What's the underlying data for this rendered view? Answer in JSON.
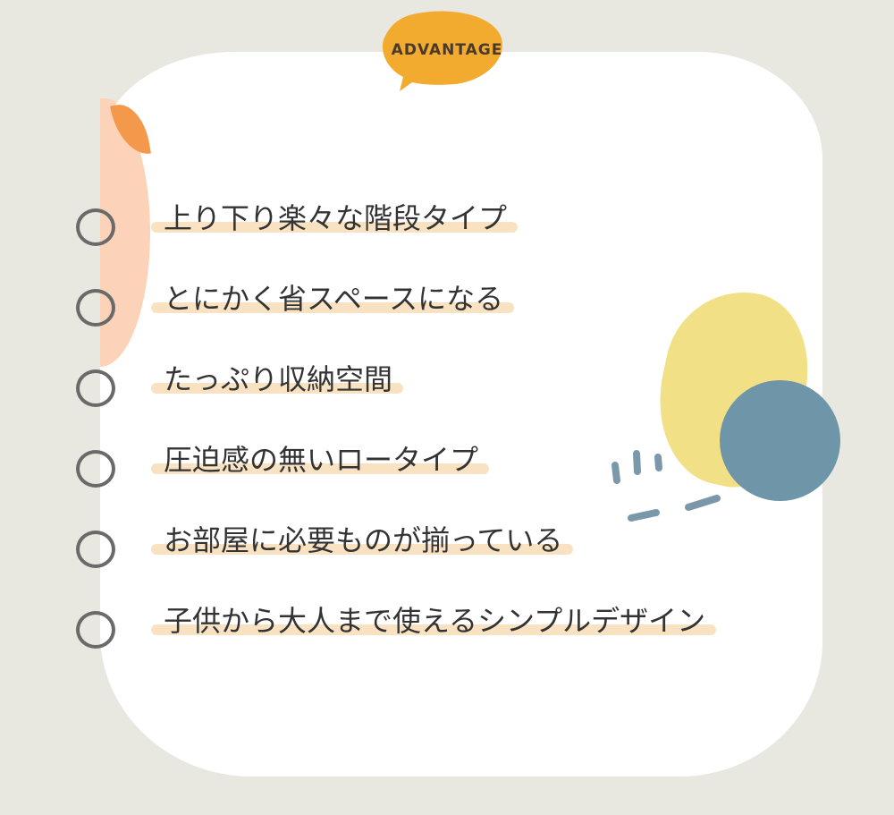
{
  "badge": {
    "text": "ADVANTAGE",
    "color": "#f3ab2f"
  },
  "colors": {
    "background": "#e8e8e0",
    "card": "#ffffff",
    "highlight": "#f8e2c1",
    "orange": "#f4984b",
    "peach": "#fcd3b8",
    "yellow": "#f2e086",
    "blue": "#6e95a8",
    "icon_stroke": "#6a6a6a"
  },
  "icons": {
    "list_marker": "circle-outline",
    "badge_shape": "speech-bubble"
  },
  "advantages": [
    {
      "label": "上り下り楽々な階段タイプ"
    },
    {
      "label": "とにかく省スペースになる"
    },
    {
      "label": "たっぷり収納空間"
    },
    {
      "label": "圧迫感の無いロータイプ"
    },
    {
      "label": "お部屋に必要ものが揃っている"
    },
    {
      "label": "子供から大人まで使えるシンプルデザイン"
    }
  ]
}
